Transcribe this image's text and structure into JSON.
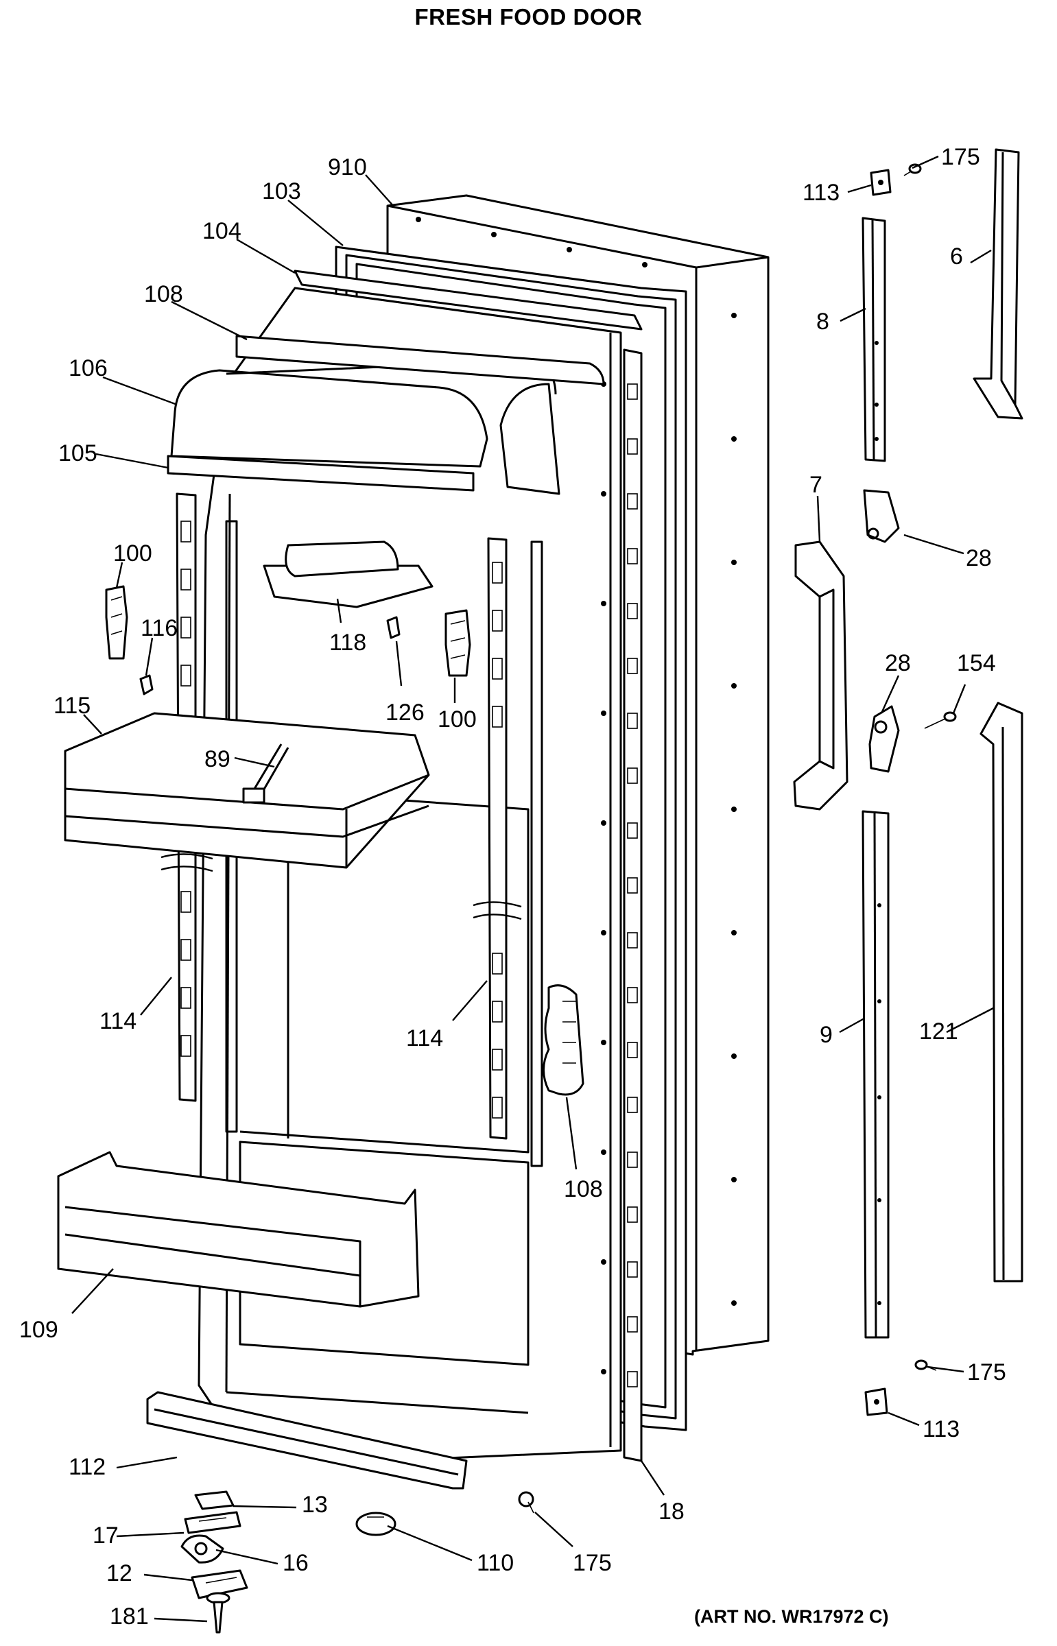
{
  "title": "FRESH FOOD DOOR",
  "art_number": "(ART NO. WR17972 C)",
  "callouts": [
    "910",
    "103",
    "104",
    "108",
    "106",
    "105",
    "100",
    "116",
    "115",
    "118",
    "126",
    "100",
    "89",
    "114",
    "114",
    "108",
    "109",
    "112",
    "13",
    "17",
    "16",
    "12",
    "181",
    "110",
    "175",
    "18",
    "175",
    "113",
    "6",
    "8",
    "7",
    "28",
    "28",
    "154",
    "9",
    "121",
    "175",
    "113"
  ]
}
